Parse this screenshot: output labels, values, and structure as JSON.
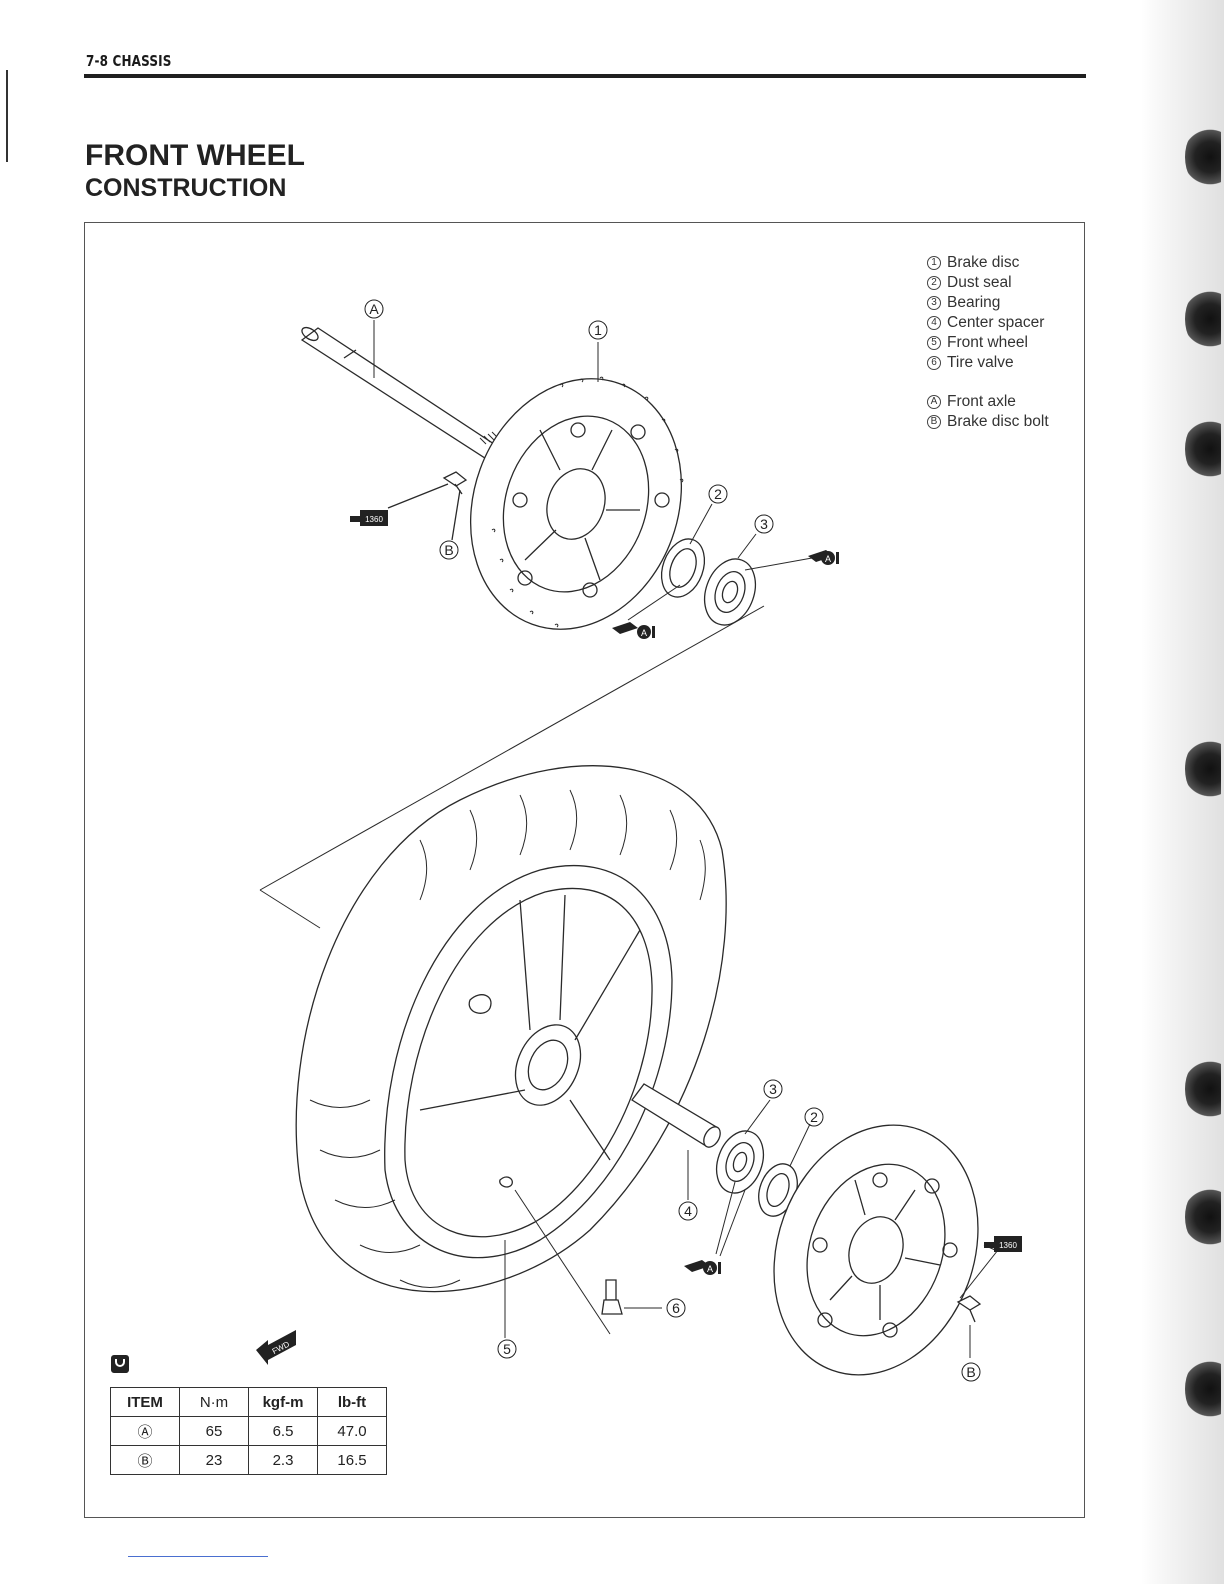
{
  "header": {
    "section": "7-8   CHASSIS"
  },
  "title": "FRONT WHEEL",
  "subtitle": "CONSTRUCTION",
  "legend": {
    "parts": [
      {
        "mark": "1",
        "label": "Brake disc"
      },
      {
        "mark": "2",
        "label": "Dust seal"
      },
      {
        "mark": "3",
        "label": "Bearing"
      },
      {
        "mark": "4",
        "label": "Center spacer"
      },
      {
        "mark": "5",
        "label": "Front wheel"
      },
      {
        "mark": "6",
        "label": "Tire valve"
      }
    ],
    "items": [
      {
        "mark": "A",
        "label": "Front axle"
      },
      {
        "mark": "B",
        "label": "Brake disc bolt"
      }
    ]
  },
  "callouts": {
    "A": "A",
    "B": "B",
    "one": "1",
    "two": "2",
    "three": "3",
    "four": "4",
    "five": "5",
    "six": "6",
    "grease": "A",
    "locker": "1360",
    "fwd": "FWD"
  },
  "torque_table": {
    "headers": [
      "ITEM",
      "N·m",
      "kgf-m",
      "lb-ft"
    ],
    "rows": [
      [
        "Ⓐ",
        "65",
        "6.5",
        "47.0"
      ],
      [
        "Ⓑ",
        "23",
        "2.3",
        "16.5"
      ]
    ]
  }
}
